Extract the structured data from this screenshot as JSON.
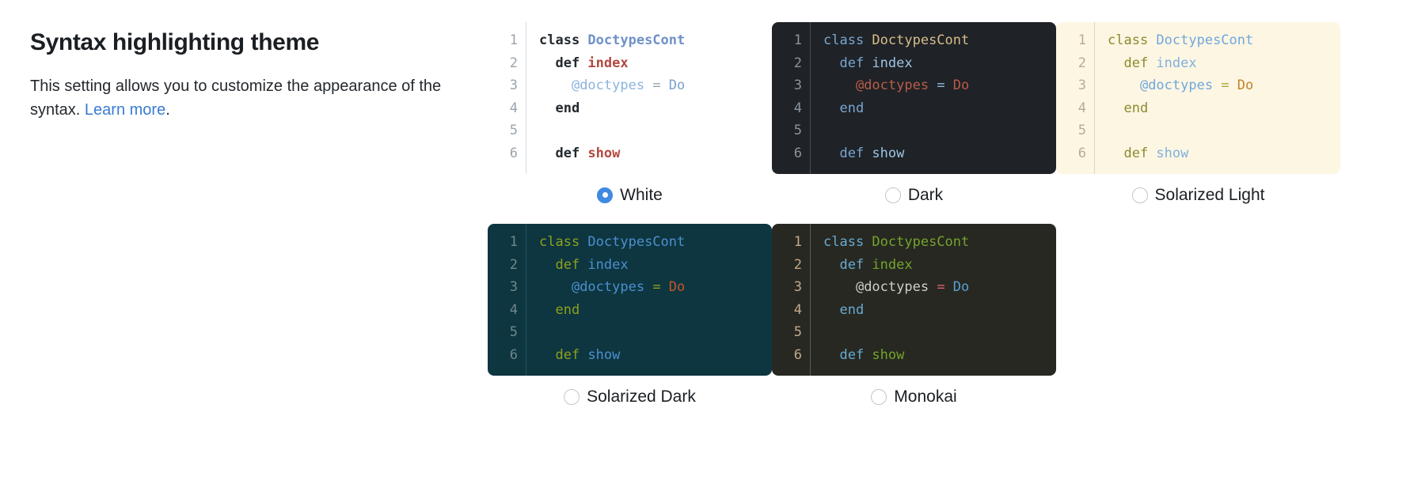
{
  "section": {
    "title": "Syntax highlighting theme",
    "description_before": "This setting allows you to customize the appearance of the syntax. ",
    "learn_more_label": "Learn more",
    "description_after": "."
  },
  "colors": {
    "accent": "#3f8ae0",
    "link": "#3a7bd5",
    "text": "#24292e",
    "radio_border": "#c2c7cc"
  },
  "code_sample": {
    "line_numbers": [
      "1",
      "2",
      "3",
      "4",
      "5",
      "6"
    ],
    "lines": [
      [
        {
          "t": "class ",
          "c": "kw"
        },
        {
          "t": "DoctypesCont",
          "c": "cls"
        }
      ],
      [
        {
          "t": "  def ",
          "c": "kw"
        },
        {
          "t": "index",
          "c": "fn"
        }
      ],
      [
        {
          "t": "    ",
          "c": "plain"
        },
        {
          "t": "@doctypes",
          "c": "ivar"
        },
        {
          "t": " = ",
          "c": "op"
        },
        {
          "t": "Do",
          "c": "const"
        }
      ],
      [
        {
          "t": "  end",
          "c": "kw"
        }
      ],
      [
        {
          "t": "",
          "c": "plain"
        }
      ],
      [
        {
          "t": "  def ",
          "c": "kw"
        },
        {
          "t": "show",
          "c": "fn"
        }
      ]
    ]
  },
  "themes": [
    {
      "id": "white",
      "label": "White",
      "selected": true,
      "class": "t-white"
    },
    {
      "id": "dark",
      "label": "Dark",
      "selected": false,
      "class": "t-dark"
    },
    {
      "id": "solight",
      "label": "Solarized Light",
      "selected": false,
      "class": "t-solight"
    },
    {
      "id": "sodark",
      "label": "Solarized Dark",
      "selected": false,
      "class": "t-sodark"
    },
    {
      "id": "monokai",
      "label": "Monokai",
      "selected": false,
      "class": "t-monokai"
    }
  ]
}
